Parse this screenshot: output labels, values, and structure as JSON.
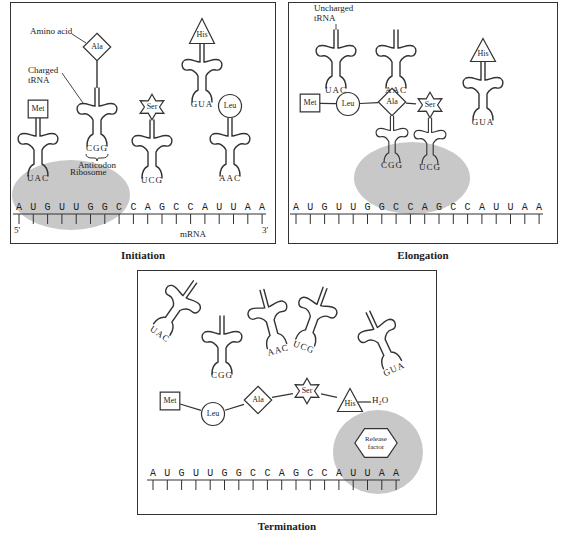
{
  "diagram": {
    "nodes": [
      {
        "text": [
          "Initiation"
        ]
      },
      {
        "text": [
          "Ala"
        ],
        "in": 0
      },
      {
        "text": [
          "His"
        ],
        "in": 0
      },
      {
        "text": [
          "Met"
        ],
        "in": 0
      },
      {
        "text": [
          "Ser"
        ],
        "in": 0
      },
      {
        "text": [
          "Leu"
        ],
        "in": 0
      },
      {
        "text": [
          "Ribosome"
        ],
        "in": 0
      },
      {
        "text": [
          "Elongation"
        ]
      },
      {
        "text": [
          "Met"
        ],
        "in": 7
      },
      {
        "text": [
          "Leu"
        ],
        "in": 7
      },
      {
        "text": [
          "Ala"
        ],
        "in": 7
      },
      {
        "text": [
          "Ser"
        ],
        "in": 7
      },
      {
        "text": [
          "His"
        ],
        "in": 7
      },
      {
        "text": [
          "Termination"
        ]
      },
      {
        "text": [
          "Met"
        ],
        "in": 13
      },
      {
        "text": [
          "Leu"
        ],
        "in": 13
      },
      {
        "text": [
          "Ala"
        ],
        "in": 13
      },
      {
        "text": [
          "Ser"
        ],
        "in": 13
      },
      {
        "text": [
          "His"
        ],
        "in": 13
      },
      {
        "text": [
          "Release factor"
        ],
        "in": 13
      }
    ],
    "edges": [
      {
        "from": 8,
        "to": 9,
        "arrow": "none"
      },
      {
        "from": 9,
        "to": 10,
        "arrow": "none"
      },
      {
        "from": 10,
        "to": 11,
        "arrow": "none"
      },
      {
        "from": 14,
        "to": 15,
        "arrow": "none"
      },
      {
        "from": 15,
        "to": 16,
        "arrow": "none"
      },
      {
        "from": 16,
        "to": 17,
        "arrow": "none"
      },
      {
        "from": 17,
        "to": 18,
        "arrow": "none"
      }
    ],
    "labels": [
      "Amino acid",
      "Charged tRNA",
      "CGG",
      "UAC",
      "Anticodon",
      "UCG",
      "GUA",
      "AAC",
      "AUGUUGGCCAGCCAUUAA",
      "5'",
      "mRNA",
      "3'",
      "Uncharged tRNA",
      "UAC",
      "AAC",
      "GUA",
      "CGG",
      "UCG",
      "AUGUUGGCCAGCCAUUAA",
      "UAC",
      "CGG",
      "AAC",
      "UCG",
      "GUA",
      "H₂O",
      "AUGUUGGCCAGCCAUUAA"
    ]
  }
}
